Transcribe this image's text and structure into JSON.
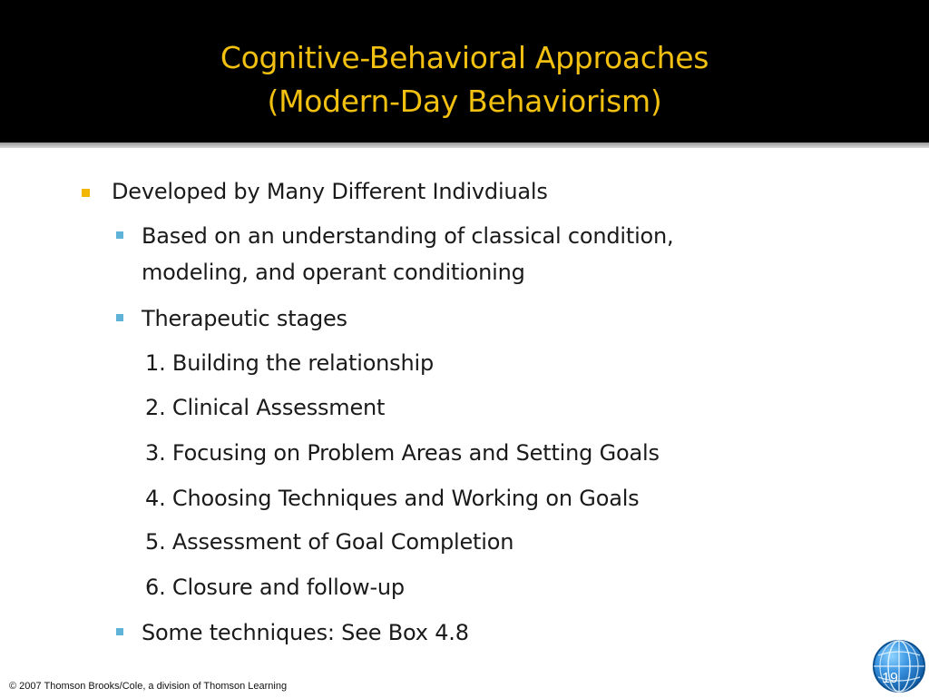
{
  "slide": {
    "title_line1": "Cognitive-Behavioral Approaches",
    "title_line2": "(Modern-Day Behaviorism)",
    "bullets": {
      "level1_1": "Developed by Many Different Indivdiuals",
      "level2_1_line1": "Based on an understanding of classical condition,",
      "level2_1_line2": "modeling, and operant conditioning",
      "level2_2": "Therapeutic stages",
      "stage_1": "1. Building the relationship",
      "stage_2": "2. Clinical Assessment",
      "stage_3": "3. Focusing on Problem Areas and Setting Goals",
      "stage_4": "4. Choosing Techniques and Working on Goals",
      "stage_5": "5. Assessment of Goal Completion",
      "stage_6": "6. Closure and follow-up",
      "level2_3": "Some techniques: See Box 4.8"
    },
    "footer": "© 2007 Thomson Brooks/Cole, a division of Thomson Learning",
    "page_number": "19"
  },
  "colors": {
    "title_bar": "#000000",
    "title_text": "#f2c010",
    "bullet_level1": "#f2b705",
    "bullet_level2": "#5fb3d9",
    "body_text": "#1a1a1a",
    "globe": "#2f7fd0"
  },
  "icons": {
    "globe": "globe-icon"
  }
}
